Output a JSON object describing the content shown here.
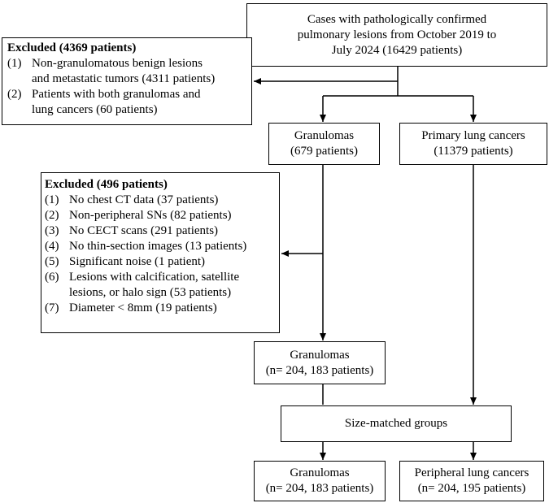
{
  "boxes": {
    "source": {
      "lines": [
        "Cases with pathologically confirmed",
        "pulmonary lesions from October 2019 to",
        "July 2024 (16429 patients)"
      ]
    },
    "excluded1": {
      "title": "Excluded (4369 patients)",
      "items": [
        {
          "num": "(1)",
          "lines": [
            "Non-granulomatous benign lesions",
            "and metastatic tumors (4311 patients)"
          ]
        },
        {
          "num": "(2)",
          "lines": [
            "Patients with both granulomas and",
            "lung cancers (60 patients)"
          ]
        }
      ]
    },
    "granulomas1": {
      "lines": [
        "Granulomas",
        "(679 patients)"
      ]
    },
    "lung_cancers": {
      "lines": [
        "Primary lung cancers",
        "(11379 patients)"
      ]
    },
    "excluded2": {
      "title": "Excluded (496 patients)",
      "items": [
        {
          "num": "(1)",
          "lines": [
            "No chest CT data (37 patients)"
          ]
        },
        {
          "num": "(2)",
          "lines": [
            "Non-peripheral SNs (82 patients)"
          ]
        },
        {
          "num": "(3)",
          "lines": [
            "No CECT scans (291 patients)"
          ]
        },
        {
          "num": "(4)",
          "lines": [
            "No thin-section images (13 patients)"
          ]
        },
        {
          "num": "(5)",
          "lines": [
            "Significant noise (1 patient)"
          ]
        },
        {
          "num": "(6)",
          "lines": [
            "Lesions with calcification, satellite",
            "lesions, or halo sign (53 patients)"
          ]
        },
        {
          "num": "(7)",
          "lines": [
            "Diameter < 8mm (19 patients)"
          ]
        }
      ]
    },
    "granulomas2": {
      "lines": [
        "Granulomas",
        "(n= 204, 183 patients)"
      ]
    },
    "size_matched": {
      "lines": [
        "Size-matched groups"
      ]
    },
    "granulomas3": {
      "lines": [
        "Granulomas",
        "(n= 204, 183 patients)"
      ]
    },
    "peripheral": {
      "lines": [
        "Peripheral lung cancers",
        "(n= 204, 195 patients)"
      ]
    }
  }
}
